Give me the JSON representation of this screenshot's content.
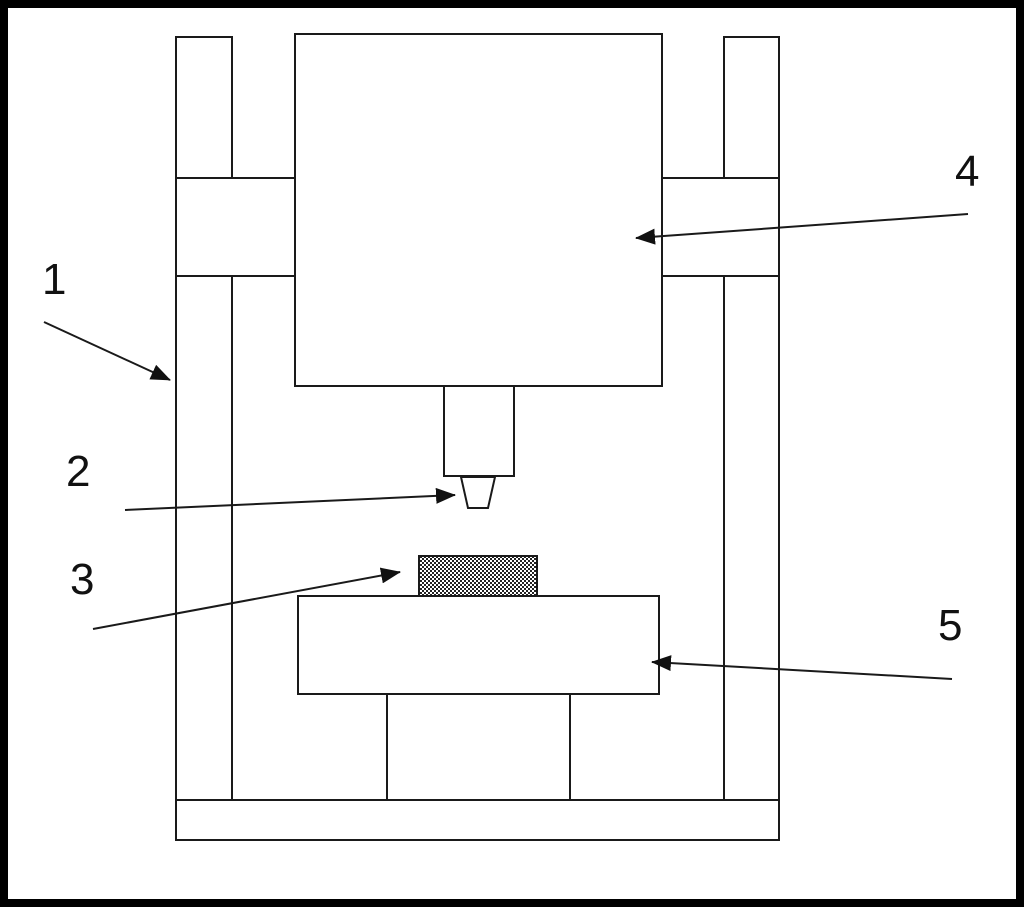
{
  "labels": {
    "frame": "1",
    "nozzle": "2",
    "workpiece": "3",
    "head": "4",
    "table": "5"
  },
  "colors": {
    "line": "#1a1a1a",
    "background": "#ffffff",
    "border": "#000000",
    "fill_pattern": "#222222"
  }
}
